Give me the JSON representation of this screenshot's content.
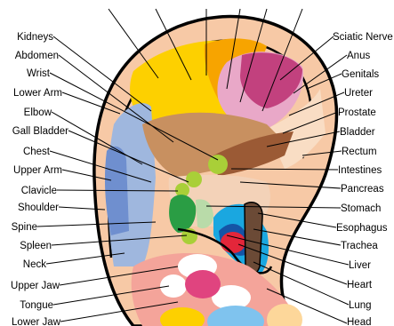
{
  "labels_left": [
    "Kidneys",
    "Abdomen",
    "Wrist",
    "Lower Arm",
    "Elbow",
    "Gall Bladder",
    "Chest",
    "Upper Arm",
    "Clavicle",
    "Shoulder",
    "Spine",
    "Spleen",
    "Neck",
    "Upper Jaw",
    "Tongue",
    "Lower Jaw"
  ],
  "labels_right": [
    "Sciatic Nerve",
    "Anus",
    "Genitals",
    "Ureter",
    "Prostate",
    "Bladder",
    "Rectum",
    "Intestines",
    "Pancreas",
    "Stomach",
    "Esophagus",
    "Trachea",
    "Liver",
    "Heart",
    "Lung",
    "Head"
  ],
  "colors": {
    "outline": "#000000",
    "skin": "#f7c9a6",
    "yellow": "#fdd000",
    "orange": "#f7a400",
    "pink": "#e9a8c8",
    "magenta": "#c2417e",
    "blue_light": "#9fb7de",
    "blue_mid": "#6f8fcf",
    "brown": "#c89060",
    "brown_dark": "#9b5a35",
    "lime": "#a9cf38",
    "green": "#2a9d44",
    "cyan": "#1aa7e0",
    "red": "#e3263a",
    "salmon": "#f4a49a",
    "white": "#ffffff"
  }
}
